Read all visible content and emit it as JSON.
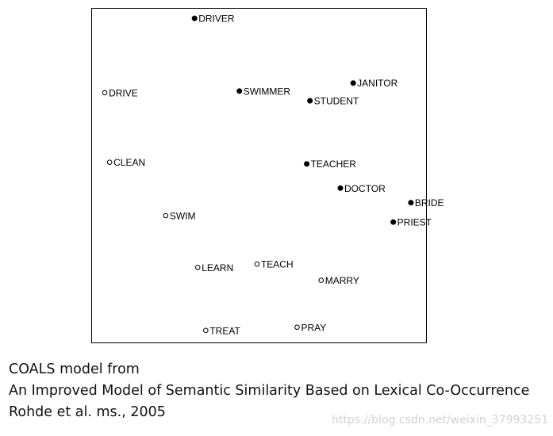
{
  "chart_data": {
    "type": "scatter",
    "title": "",
    "xlabel": "",
    "ylabel": "",
    "grid": false,
    "legend": "none",
    "marker_styles": {
      "filled": "#000000",
      "hollow": "#ffffff"
    },
    "series": [
      {
        "marker": "filled",
        "points": [
          {
            "label": "DRIVER",
            "x": 0.3,
            "y": 0.985
          },
          {
            "label": "SWIMMER",
            "x": 0.44,
            "y": 0.76
          },
          {
            "label": "JANITOR",
            "x": 0.795,
            "y": 0.785
          },
          {
            "label": "STUDENT",
            "x": 0.66,
            "y": 0.73
          },
          {
            "label": "TEACHER",
            "x": 0.65,
            "y": 0.535
          },
          {
            "label": "DOCTOR",
            "x": 0.755,
            "y": 0.46
          },
          {
            "label": "BRIDE",
            "x": 0.975,
            "y": 0.415
          },
          {
            "label": "PRIEST",
            "x": 0.92,
            "y": 0.355
          }
        ]
      },
      {
        "marker": "hollow",
        "points": [
          {
            "label": "DRIVE",
            "x": 0.02,
            "y": 0.755
          },
          {
            "label": "CLEAN",
            "x": 0.035,
            "y": 0.54
          },
          {
            "label": "SWIM",
            "x": 0.21,
            "y": 0.375
          },
          {
            "label": "LEARN",
            "x": 0.31,
            "y": 0.215
          },
          {
            "label": "TEACH",
            "x": 0.495,
            "y": 0.225
          },
          {
            "label": "MARRY",
            "x": 0.695,
            "y": 0.175
          },
          {
            "label": "TREAT",
            "x": 0.335,
            "y": 0.02
          },
          {
            "label": "PRAY",
            "x": 0.62,
            "y": 0.03
          }
        ]
      }
    ]
  },
  "caption": {
    "line1": "COALS model from",
    "line2": "An Improved Model of Semantic Similarity Based on Lexical Co-Occurrence",
    "line3": "Rohde et al. ms., 2005"
  },
  "watermark": "https://blog.csdn.net/weixin_37993251"
}
